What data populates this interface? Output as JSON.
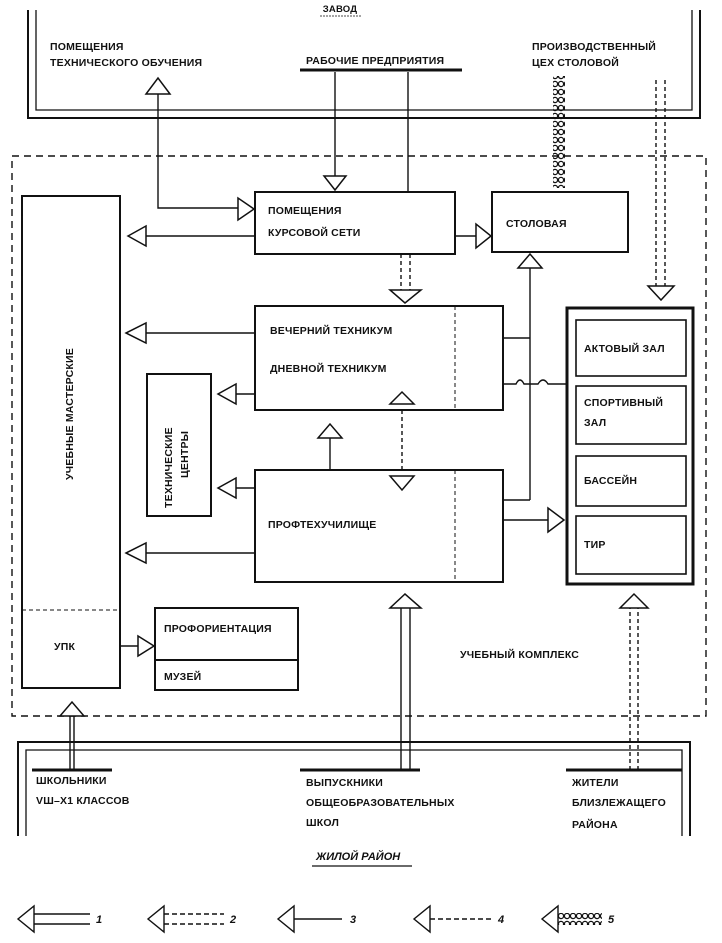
{
  "top": {
    "zavod": "ЗАВОД"
  },
  "labels": {
    "tech_training_1": "ПОМЕЩЕНИЯ",
    "tech_training_2": "ТЕХНИЧЕСКОГО ОБУЧЕНИЯ",
    "enterprise_workers": "РАБОЧИЕ ПРЕДПРИЯТИЯ",
    "canteen_workshop_1": "ПРОИЗВОДСТВЕННЫЙ",
    "canteen_workshop_2": "ЦЕХ СТОЛОВОЙ"
  },
  "boxes": {
    "courses_1": "ПОМЕЩЕНИЯ",
    "courses_2": "КУРСОВОЙ СЕТИ",
    "canteen": "СТОЛОВАЯ",
    "evening_tech": "ВЕЧЕРНИЙ ТЕХНИКУМ",
    "day_tech": "ДНЕВНОЙ ТЕХНИКУМ",
    "tech_centers_1": "ТЕХНИЧЕСКИЕ",
    "tech_centers_2": "ЦЕНТРЫ",
    "vocational": "ПРОФТЕХУЧИЛИЩЕ",
    "workshops": "УЧЕБНЫЕ МАСТЕРСКИЕ",
    "upk": "УПК",
    "career": "ПРОФОРИЕНТАЦИЯ",
    "museum": "МУЗЕЙ",
    "assembly_hall": "АКТОВЫЙ ЗАЛ",
    "sports_hall_1": "СПОРТИВНЫЙ",
    "sports_hall_2": "ЗАЛ",
    "pool": "БАССЕЙН",
    "shooting_range": "ТИР",
    "complex": "УЧЕБНЫЙ КОМПЛЕКС"
  },
  "bottom": {
    "pupils_1": "ШКОЛЬНИКИ",
    "pupils_2": "VШ–Х1 КЛАССОВ",
    "graduates_1": "ВЫПУСКНИКИ",
    "graduates_2": "ОБЩЕОБРАЗОВАТЕЛЬНЫХ",
    "graduates_3": "ШКОЛ",
    "residents_1": "ЖИТЕЛИ",
    "residents_2": "БЛИЗЛЕЖАЩЕГО",
    "residents_3": "РАЙОНА",
    "district": "ЖИЛОЙ РАЙОН"
  },
  "legend": [
    "1",
    "2",
    "3",
    "4",
    "5"
  ]
}
